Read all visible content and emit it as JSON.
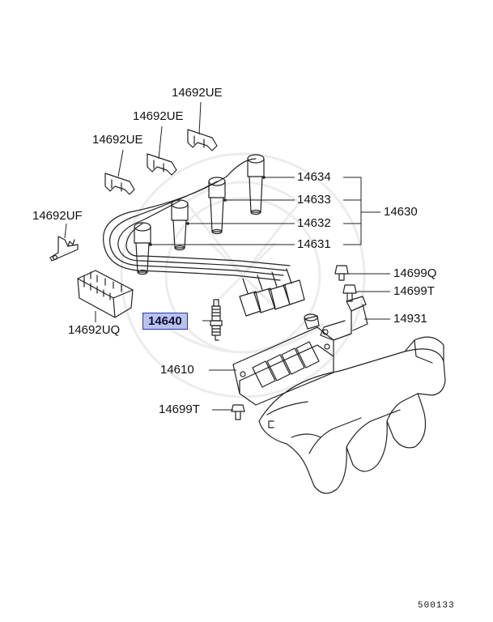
{
  "labels": {
    "ue_top": "14692UE",
    "ue_mid": "14692UE",
    "ue_low": "14692UE",
    "uf": "14692UF",
    "uq": "14692UQ",
    "p14634": "14634",
    "p14633": "14633",
    "p14632": "14632",
    "p14631": "14631",
    "p14630": "14630",
    "p14699q": "14699Q",
    "p14699t_right": "14699T",
    "p14931": "14931",
    "p14640": "14640",
    "p14610": "14610",
    "p14699t_left": "14699T"
  },
  "highlighted_part": "14640",
  "diagram_id": "500133",
  "colors": {
    "line": "#222222",
    "highlight_fill": "#b9c2ee",
    "highlight_border": "#2b3aa0",
    "watermark": "#ececec"
  }
}
